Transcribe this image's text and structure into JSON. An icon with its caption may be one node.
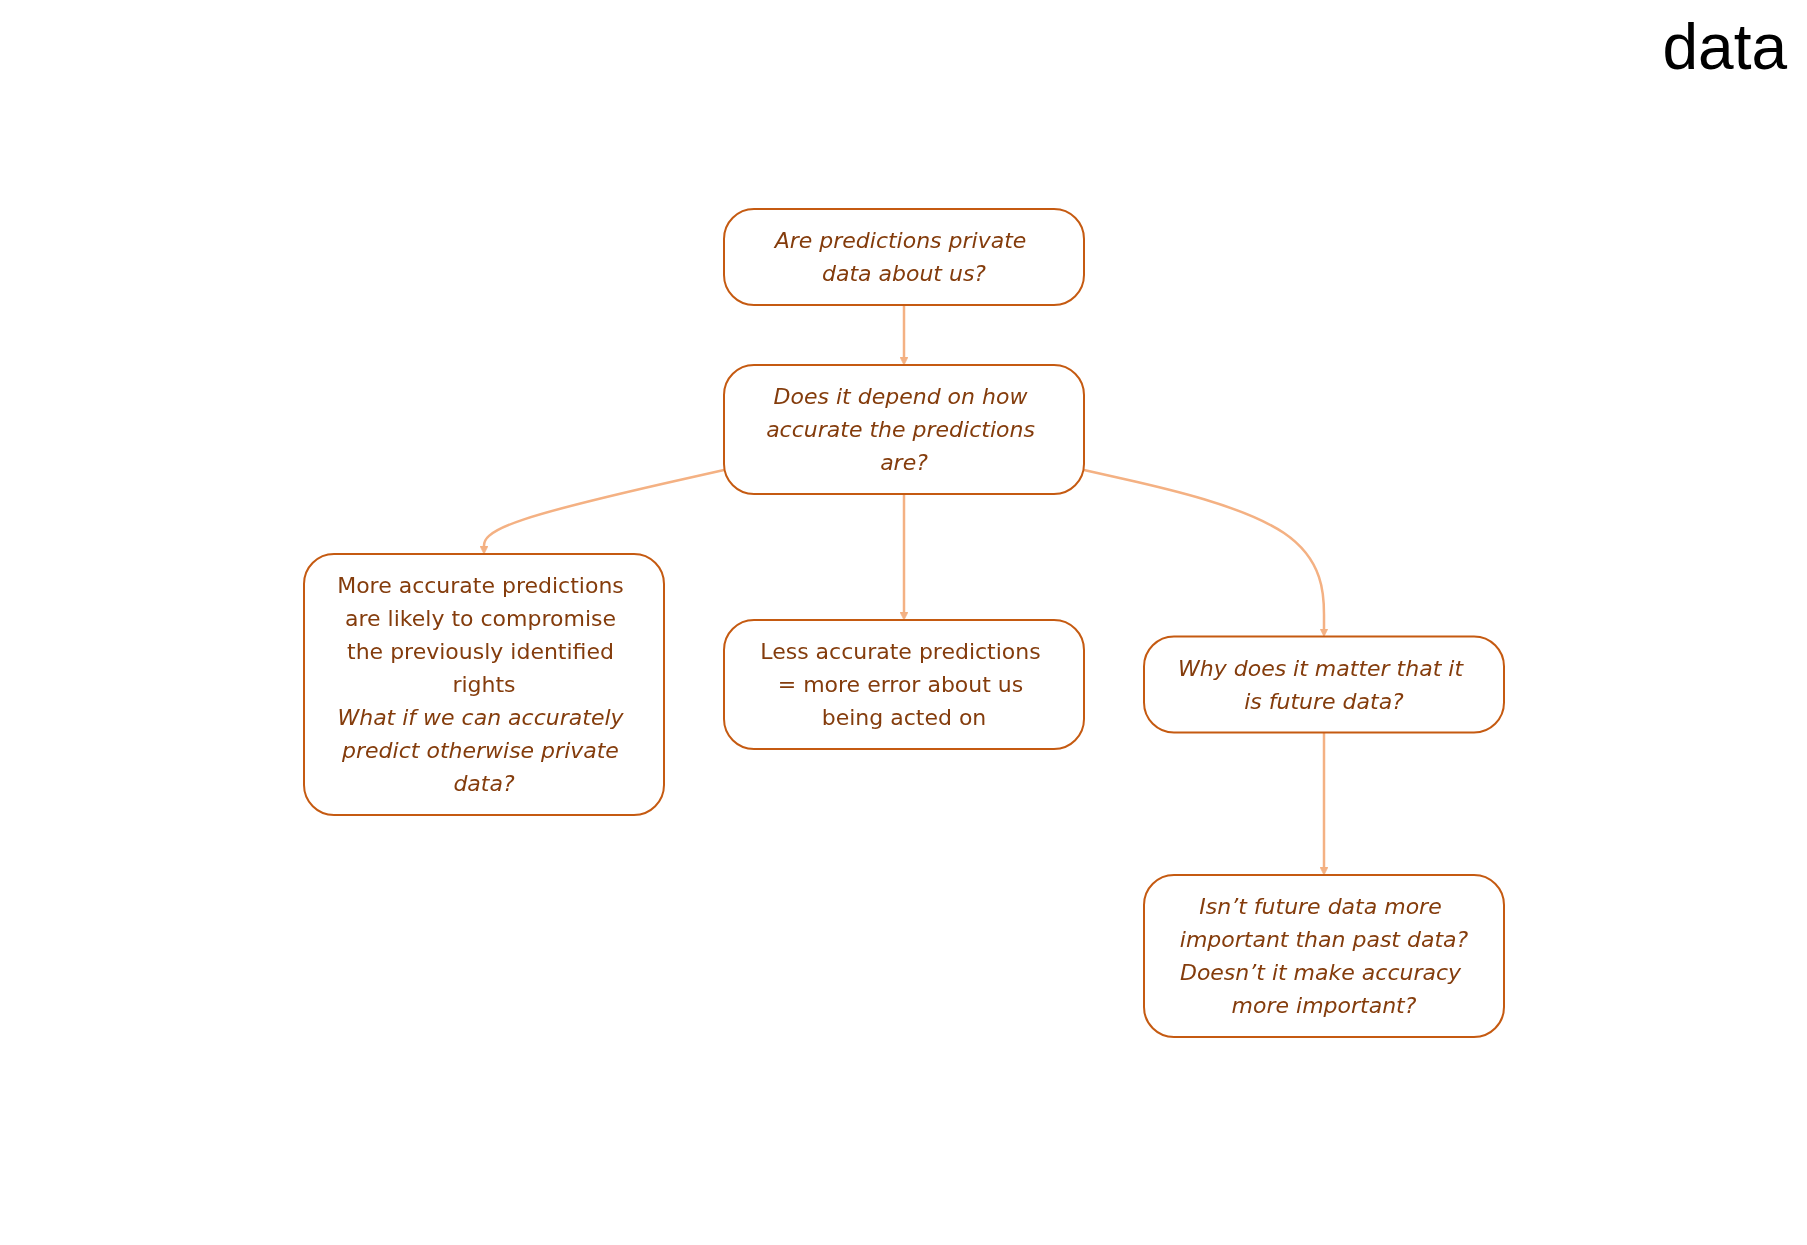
{
  "diagram": {
    "nodes": [
      {
        "text": [
          "Are predictions private data about us?"
        ]
      },
      {
        "text": [
          "Does it depend on how accurate the predictions are?"
        ]
      },
      {
        "text": [
          "More accurate predictions are likely to compromise the previously identified rights",
          "What if we can accurately predict otherwise private data?"
        ]
      },
      {
        "text": [
          "Less accurate predictions = more error about us being acted on"
        ]
      },
      {
        "text": [
          "Why does it matter that it is future data?"
        ]
      },
      {
        "text": [
          "Isn’t future data more important than past data?",
          "Doesn’t it make accuracy more important?"
        ]
      }
    ],
    "edges": [
      {
        "from": 0,
        "to": 1,
        "arrow": "to"
      },
      {
        "from": 1,
        "to": 2,
        "arrow": "to"
      },
      {
        "from": 1,
        "to": 3,
        "arrow": "to"
      },
      {
        "from": 1,
        "to": 4,
        "arrow": "to"
      },
      {
        "from": 4,
        "to": 5,
        "arrow": "to"
      }
    ],
    "labels": [
      "data"
    ]
  }
}
